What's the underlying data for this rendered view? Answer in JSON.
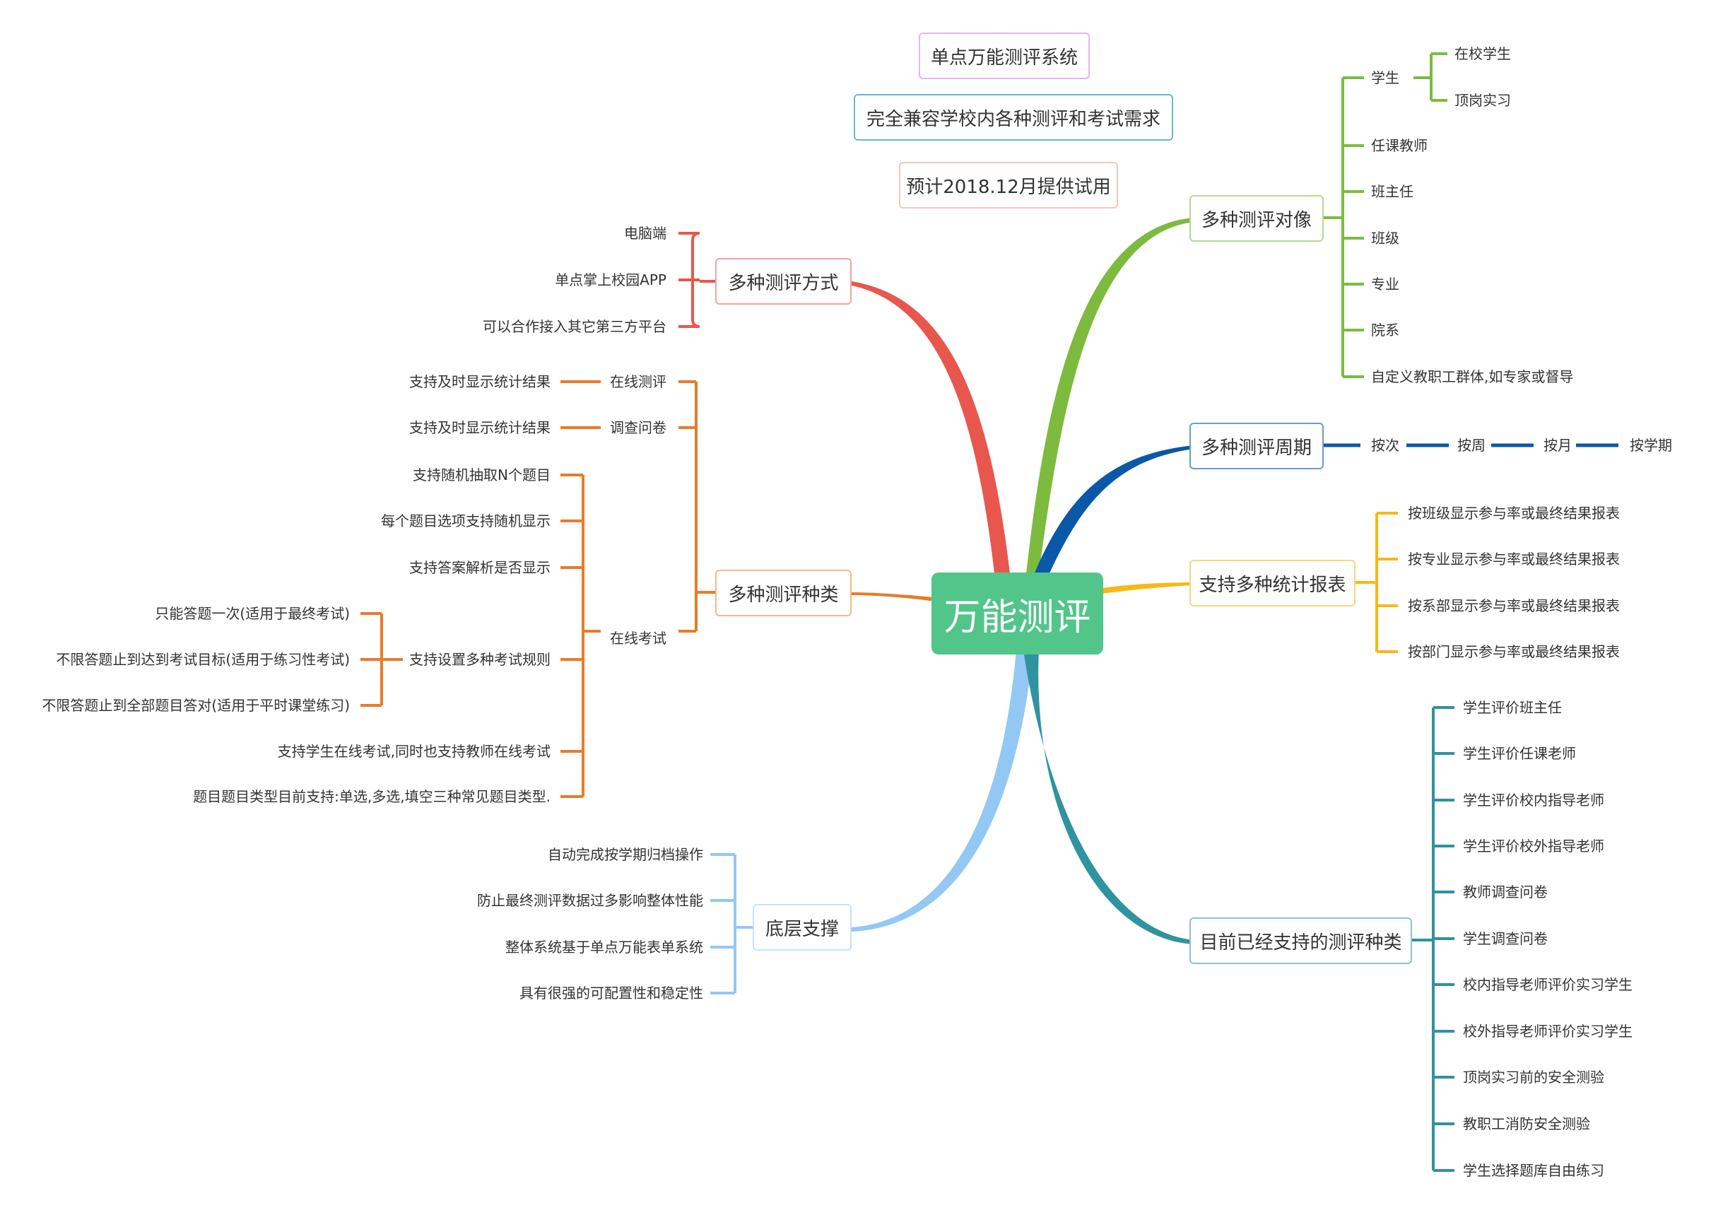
{
  "root": "万能测评",
  "notes": {
    "title": "单点万能测评系统",
    "compat": "完全兼容学校内各种测评和考试需求",
    "eta": "预计2018.12月提供试用"
  },
  "colors": {
    "root": "#52c58a",
    "methods": "#e8574d",
    "types": "#e87c2a",
    "support": "#93c8f5",
    "objects": "#7dbb3f",
    "period": "#0a58a8",
    "reports": "#f7b817",
    "current": "#2f93a0"
  },
  "methods": {
    "label": "多种测评方式",
    "items": [
      "电脑端",
      "单点掌上校园APP",
      "可以合作接入其它第三方平台"
    ]
  },
  "types": {
    "label": "多种测评种类",
    "online_eval": {
      "label": "在线测评",
      "child": "支持及时显示统计结果"
    },
    "survey": {
      "label": "调查问卷",
      "child": "支持及时显示统计结果"
    },
    "exam": {
      "label": "在线考试",
      "items": [
        "支持随机抽取N个题目",
        "每个题目选项支持随机显示",
        "支持答案解析是否显示",
        "支持设置多种考试规则",
        "支持学生在线考试,同时也支持教师在线考试",
        "题目题目类型目前支持:单选,多选,填空三种常见题目类型."
      ],
      "rules": [
        "只能答题一次(适用于最终考试)",
        "不限答题止到达到考试目标(适用于练习性考试)",
        "不限答题止到全部题目答对(适用于平时课堂练习)"
      ]
    }
  },
  "support": {
    "label": "底层支撑",
    "items": [
      "自动完成按学期归档操作",
      "防止最终测评数据过多影响整体性能",
      "整体系统基于单点万能表单系统",
      "具有很强的可配置性和稳定性"
    ]
  },
  "objects": {
    "label": "多种测评对像",
    "student": {
      "label": "学生",
      "items": [
        "在校学生",
        "顶岗实习"
      ]
    },
    "items": [
      "任课教师",
      "班主任",
      "班级",
      "专业",
      "院系",
      "自定义教职工群体,如专家或督导"
    ]
  },
  "period": {
    "label": "多种测评周期",
    "items": [
      "按次",
      "按周",
      "按月",
      "按学期"
    ]
  },
  "reports": {
    "label": "支持多种统计报表",
    "items": [
      "按班级显示参与率或最终结果报表",
      "按专业显示参与率或最终结果报表",
      "按系部显示参与率或最终结果报表",
      "按部门显示参与率或最终结果报表"
    ]
  },
  "current": {
    "label": "目前已经支持的测评种类",
    "items": [
      "学生评价班主任",
      "学生评价任课老师",
      "学生评价校内指导老师",
      "学生评价校外指导老师",
      "教师调查问卷",
      "学生调查问卷",
      "校内指导老师评价实习学生",
      "校外指导老师评价实习学生",
      "顶岗实习前的安全测验",
      "教职工消防安全测验",
      "学生选择题库自由练习"
    ]
  }
}
